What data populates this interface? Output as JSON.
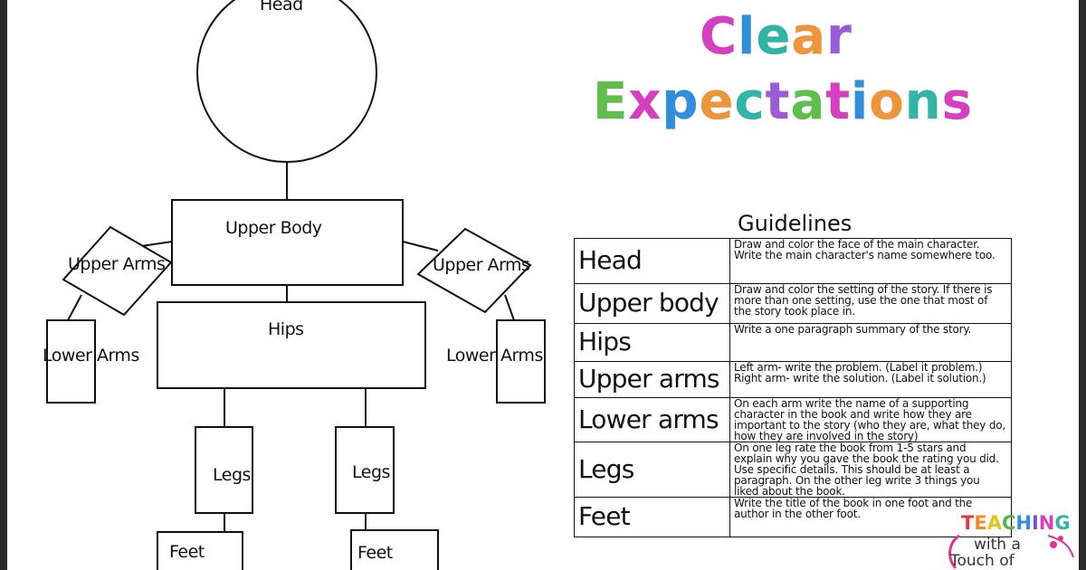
{
  "title": {
    "line1": [
      {
        "text": "C",
        "color": "#d63fc1"
      },
      {
        "text": "l",
        "color": "#2f8fde"
      },
      {
        "text": "e",
        "color": "#2fb6a6"
      },
      {
        "text": "a",
        "color": "#f0943a"
      },
      {
        "text": "r",
        "color": "#9c5bd9"
      }
    ],
    "line2": [
      {
        "text": "E",
        "color": "#5ec04a"
      },
      {
        "text": "x",
        "color": "#d63fc1"
      },
      {
        "text": "p",
        "color": "#2f8fde"
      },
      {
        "text": "e",
        "color": "#f0943a"
      },
      {
        "text": "c",
        "color": "#2fb6a6"
      },
      {
        "text": "t",
        "color": "#9c5bd9"
      },
      {
        "text": "a",
        "color": "#5ec04a"
      },
      {
        "text": "t",
        "color": "#d63fc1"
      },
      {
        "text": "i",
        "color": "#2f8fde"
      },
      {
        "text": "o",
        "color": "#f0943a"
      },
      {
        "text": "n",
        "color": "#2fb6a6"
      },
      {
        "text": "s",
        "color": "#d63fc1"
      }
    ]
  },
  "diagram": {
    "head": "Head",
    "upper_body": "Upper Body",
    "upper_arms_left": "Upper Arms",
    "upper_arms_right": "Upper Arms",
    "hips": "Hips",
    "lower_arms_left": "Lower Arms",
    "lower_arms_right": "Lower Arms",
    "legs_left": "Legs",
    "legs_right": "Legs",
    "feet_left": "Feet",
    "feet_right": "Feet"
  },
  "guidelines": {
    "heading": "Guidelines",
    "rows": [
      {
        "part": "Head",
        "desc": "Draw and color the face of the main character. Write the main character's name somewhere too."
      },
      {
        "part": "Upper body",
        "desc": "Draw and color the setting of the story. If there is more than one setting, use the one that most of the story took place in."
      },
      {
        "part": "Hips",
        "desc": "Write a one paragraph summary of the story."
      },
      {
        "part": "Upper arms",
        "desc": "Left arm- write the problem. (Label it problem.) Right arm- write the solution. (Label it solution.)"
      },
      {
        "part": "Lower arms",
        "desc": "On each arm write the name of a supporting character in the book and write how they are important to the story (who they are, what they do, how they are involved in the story)"
      },
      {
        "part": "Legs",
        "desc": "On one leg rate the book from 1-5 stars and explain why you gave the book the rating you did. Use specific details. This should be at least a paragraph. On the other leg write 3 things you liked about the book."
      },
      {
        "part": "Feet",
        "desc": "Write the title of the book in one foot and the author in the other foot."
      }
    ]
  },
  "logo": {
    "teaching": [
      {
        "text": "T",
        "color": "#e23b3b"
      },
      {
        "text": "E",
        "color": "#f08a24"
      },
      {
        "text": "A",
        "color": "#e6c21f"
      },
      {
        "text": "C",
        "color": "#4cb848"
      },
      {
        "text": "H",
        "color": "#2f8fde"
      },
      {
        "text": "I",
        "color": "#7a4fd0"
      },
      {
        "text": "N",
        "color": "#d63fc1"
      },
      {
        "text": "G",
        "color": "#2fb6a6"
      }
    ],
    "with_a": "with a",
    "touch_of": "Touch of"
  },
  "colors": {
    "frame": "#2b2b2b",
    "line": "#111111",
    "logo_swirl": "#e0338f"
  }
}
